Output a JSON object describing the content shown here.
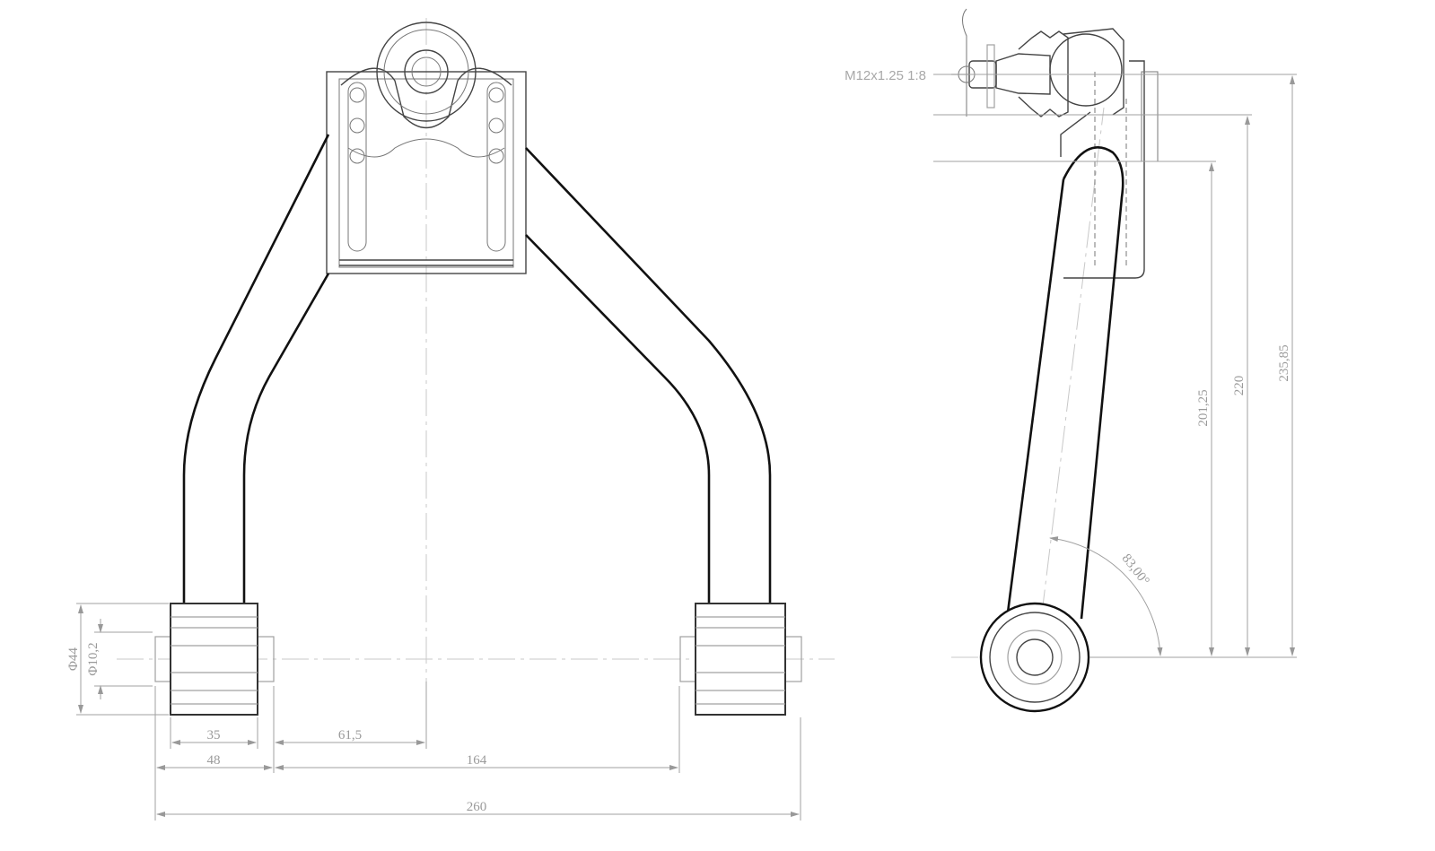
{
  "front_view": {
    "dimensions": {
      "bushing_width": "35",
      "bushing_to_center": "61,5",
      "sleeve_width": "48",
      "sleeve_spacing": "164",
      "overall_width": "260",
      "bushing_outer_diameter": "Φ44",
      "bushing_inner_diameter": "Φ10,2"
    }
  },
  "side_view": {
    "thread_callout": "M12x1.25 1:8",
    "dimensions": {
      "height_1": "201,25",
      "height_2": "220",
      "height_3": "235,85",
      "angle": "83,00°"
    }
  }
}
